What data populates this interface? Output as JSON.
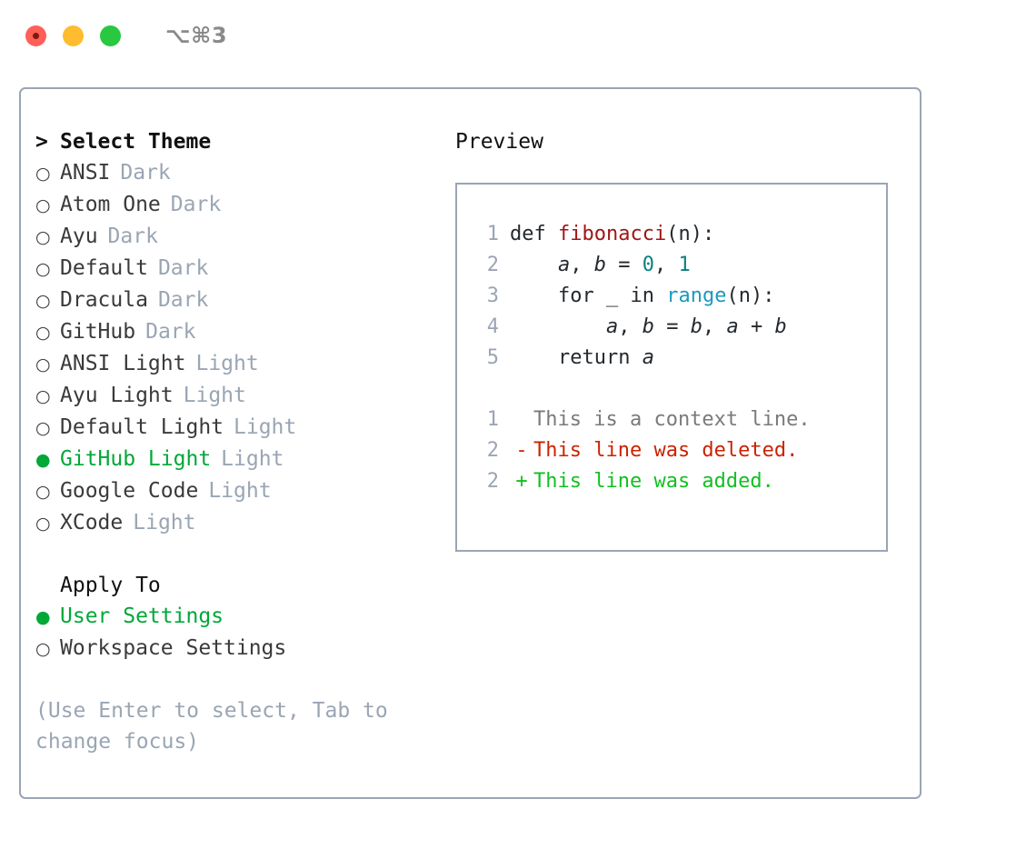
{
  "titlebar": {
    "shortcut": "⌥⌘3",
    "buttons": [
      "close",
      "minimize",
      "maximize"
    ]
  },
  "theme_section": {
    "marker": ">",
    "title": "Select Theme",
    "focused": true,
    "bullet_selected": "●",
    "bullet_unselected": "○",
    "selected_color": "#00a838",
    "tag_color": "#9aa5b4",
    "items": [
      {
        "label": "ANSI",
        "tag": "Dark",
        "selected": false
      },
      {
        "label": "Atom One",
        "tag": "Dark",
        "selected": false
      },
      {
        "label": "Ayu",
        "tag": "Dark",
        "selected": false
      },
      {
        "label": "Default",
        "tag": "Dark",
        "selected": false
      },
      {
        "label": "Dracula",
        "tag": "Dark",
        "selected": false
      },
      {
        "label": "GitHub",
        "tag": "Dark",
        "selected": false
      },
      {
        "label": "ANSI Light",
        "tag": "Light",
        "selected": false
      },
      {
        "label": "Ayu Light",
        "tag": "Light",
        "selected": false
      },
      {
        "label": "Default Light",
        "tag": "Light",
        "selected": false
      },
      {
        "label": "GitHub Light",
        "tag": "Light",
        "selected": true
      },
      {
        "label": "Google Code",
        "tag": "Light",
        "selected": false
      },
      {
        "label": "XCode",
        "tag": "Light",
        "selected": false
      }
    ]
  },
  "apply_section": {
    "marker": " ",
    "title": "Apply To",
    "focused": false,
    "items": [
      {
        "label": "User Settings",
        "tag": "",
        "selected": true
      },
      {
        "label": "Workspace Settings",
        "tag": "",
        "selected": false
      }
    ]
  },
  "hint": "(Use Enter to select, Tab to change focus)",
  "preview": {
    "title": "Preview",
    "code_lines": [
      {
        "no": "1",
        "spans": [
          {
            "text": "def ",
            "type": "kw"
          },
          {
            "text": "fibonacci",
            "type": "fn"
          },
          {
            "text": "(n):",
            "type": "plain"
          }
        ]
      },
      {
        "no": "2",
        "spans": [
          {
            "text": "    ",
            "type": "plain"
          },
          {
            "text": "a",
            "type": "var"
          },
          {
            "text": ", ",
            "type": "plain"
          },
          {
            "text": "b",
            "type": "var"
          },
          {
            "text": " = ",
            "type": "plain"
          },
          {
            "text": "0",
            "type": "num"
          },
          {
            "text": ", ",
            "type": "plain"
          },
          {
            "text": "1",
            "type": "num"
          }
        ]
      },
      {
        "no": "3",
        "spans": [
          {
            "text": "    for ",
            "type": "kw"
          },
          {
            "text": "_ ",
            "type": "plain"
          },
          {
            "text": "in ",
            "type": "kw"
          },
          {
            "text": "range",
            "type": "call"
          },
          {
            "text": "(n):",
            "type": "plain"
          }
        ]
      },
      {
        "no": "4",
        "spans": [
          {
            "text": "        ",
            "type": "plain"
          },
          {
            "text": "a",
            "type": "var"
          },
          {
            "text": ", ",
            "type": "plain"
          },
          {
            "text": "b",
            "type": "var"
          },
          {
            "text": " = ",
            "type": "plain"
          },
          {
            "text": "b",
            "type": "var"
          },
          {
            "text": ", ",
            "type": "plain"
          },
          {
            "text": "a",
            "type": "var"
          },
          {
            "text": " + ",
            "type": "plain"
          },
          {
            "text": "b",
            "type": "var"
          }
        ]
      },
      {
        "no": "5",
        "spans": [
          {
            "text": "    return ",
            "type": "kw"
          },
          {
            "text": "a",
            "type": "var"
          }
        ]
      }
    ],
    "diff_lines": [
      {
        "no": "1",
        "mark": " ",
        "text": "This is a context line.",
        "kind": "context"
      },
      {
        "no": "2",
        "mark": "-",
        "text": "This line was deleted.",
        "kind": "del"
      },
      {
        "no": "2",
        "mark": "+",
        "text": "This line was added.",
        "kind": "add"
      }
    ],
    "diff_colors": {
      "context": "#7a7a7a",
      "deleted": "#cc2200",
      "added": "#12c020"
    }
  },
  "colors": {
    "border": "#9aa5b4",
    "accent": "#00a838",
    "muted": "#9aa5b4",
    "text": "#111111"
  }
}
